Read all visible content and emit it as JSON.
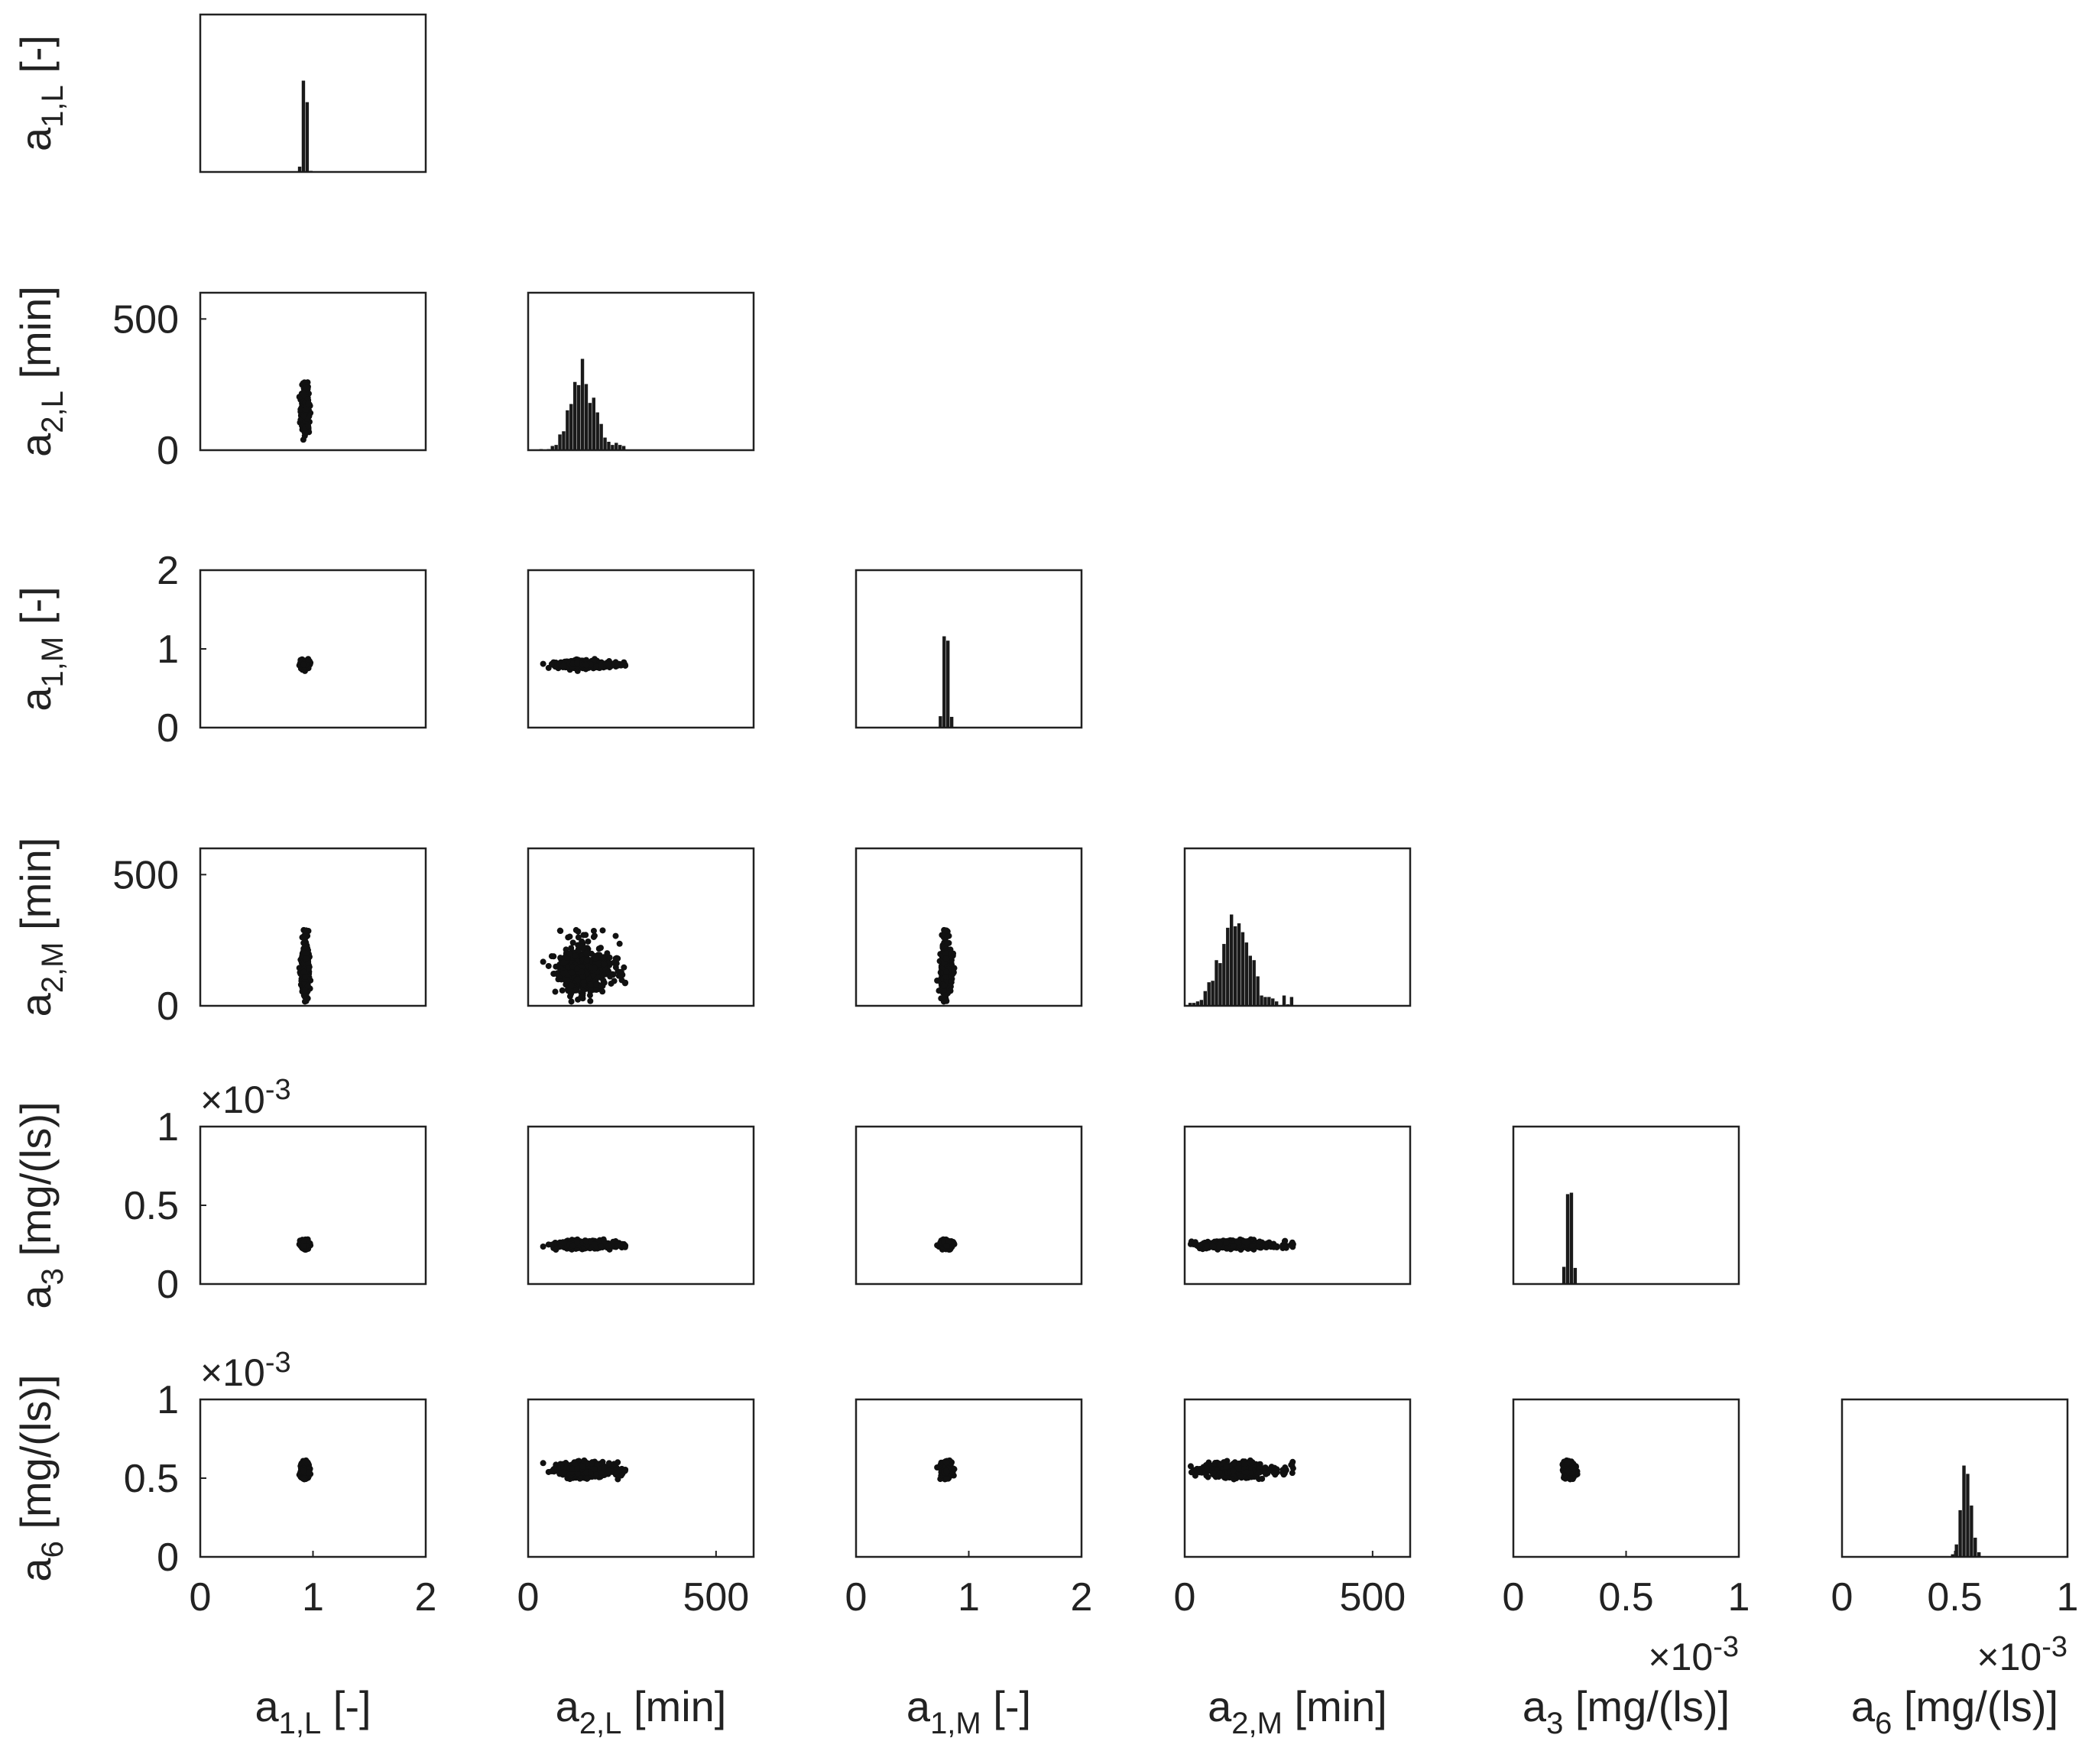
{
  "chart_data": {
    "type": "scatter",
    "layout": "corner-plot",
    "variables": [
      {
        "id": "a1L",
        "sym": "a",
        "sub": "1,L",
        "unit": "[-]",
        "range": [
          0,
          2
        ],
        "ticks": [
          0,
          1,
          2
        ],
        "tick_labels": [
          "0",
          "1",
          "2"
        ],
        "exponent": ""
      },
      {
        "id": "a2L",
        "sym": "a",
        "sub": "2,L",
        "unit": "[min]",
        "range": [
          0,
          600
        ],
        "ticks": [
          0,
          500
        ],
        "tick_labels": [
          "0",
          "500"
        ],
        "exponent": ""
      },
      {
        "id": "a1M",
        "sym": "a",
        "sub": "1,M",
        "unit": "[-]",
        "range": [
          0,
          2
        ],
        "ticks": [
          0,
          1,
          2
        ],
        "tick_labels": [
          "0",
          "1",
          "2"
        ],
        "exponent": ""
      },
      {
        "id": "a2M",
        "sym": "a",
        "sub": "2,M",
        "unit": "[min]",
        "range": [
          0,
          600
        ],
        "ticks": [
          0,
          500
        ],
        "tick_labels": [
          "0",
          "500"
        ],
        "exponent": ""
      },
      {
        "id": "a3",
        "sym": "a",
        "sub": "3",
        "unit": "[mg/(ls)]",
        "range": [
          0,
          0.001
        ],
        "ticks": [
          0,
          0.0005,
          0.001
        ],
        "tick_labels": [
          "0",
          "0.5",
          "1"
        ],
        "exponent": "×10-3"
      },
      {
        "id": "a6",
        "sym": "a",
        "sub": "6",
        "unit": "[mg/(ls)]",
        "range": [
          0,
          0.001
        ],
        "ticks": [
          0,
          0.0005,
          0.001
        ],
        "tick_labels": [
          "0",
          "0.5",
          "1"
        ],
        "exponent": "×10-3"
      }
    ],
    "exponent_label": "×10",
    "exponent_power": "-3",
    "posterior": {
      "a1L": {
        "mean": 0.93,
        "sd": 0.015
      },
      "a2L": {
        "mean": 140,
        "sd": 30,
        "skew_to": 260
      },
      "a1M": {
        "mean": 0.8,
        "sd": 0.02
      },
      "a2M": {
        "mean": 130,
        "sd": 40,
        "skew_to": 290
      },
      "a3": {
        "mean": 0.00025,
        "sd": 1.2e-05
      },
      "a6": {
        "mean": 0.00055,
        "sd": 2.2e-05
      }
    },
    "grid": false,
    "legend": "none"
  }
}
